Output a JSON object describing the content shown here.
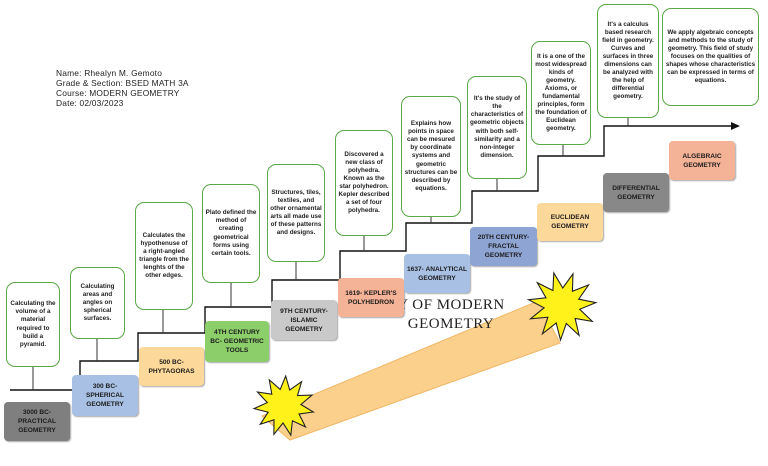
{
  "info": {
    "name": "Name: Rhealyn M. Gemoto",
    "section": "Grade & Section: BSED MATH 3A",
    "course": "Course: MODERN GEOMETRY",
    "date": "Date: 02/03/2023"
  },
  "banner": {
    "line1": "Y OF MODERN",
    "line2": "GEOMETRY"
  },
  "colors": {
    "desc_border": "#5aa845",
    "gray": "#7f7f7f",
    "blue": "#a7c0e4",
    "orange": "#fcd89a",
    "light_gray": "#c9c9c9",
    "salmon": "#f4b296",
    "periwinkle": "#8ea4d3",
    "dark_gray": "#888888",
    "banner_fill": "#fad08c",
    "star_fill": "#fff21a"
  },
  "timeline": [
    {
      "era": "3000 BC- PRACTICAL GEOMETRY",
      "description": "Calculating the volume of a material required to build a pyramid."
    },
    {
      "era": "300 BC- SPHERICAL GEOMETRY",
      "description": "Calculating areas and angles on spherical surfaces."
    },
    {
      "era": "500 BC- PHYTAGORAS",
      "description": "Calculates the hypothenuse of a right-angled triangle from the lenghts of the other edges."
    },
    {
      "era": "4TH CENTURY BC- GEOMETRIC TOOLS",
      "description": "Plato defined the method of creating geometrical forms using certain tools."
    },
    {
      "era": "9TH CENTURY- ISLAMIC GEOMETRY",
      "description": "Structures, tiles, textiles, and other ornamental arts all made use of these patterns and designs."
    },
    {
      "era": "1619- KEPLER'S POLYHEDRON",
      "description": "Discovered a new class of polyhedra. Known as the star polyhedron. Kepler described a set of four polyhedra."
    },
    {
      "era": "1637- ANALYTICAL GEOMETRY",
      "description": "Explains how points in space can be mesured by coordinate systems and geometric structures can be described by equations."
    },
    {
      "era": "20TH CENTURY- FRACTAL GEOMETRY",
      "description": "It's the study of the characteristics of geometric objects with both self-similarity and a non-integer dimension."
    },
    {
      "era": "EUCLIDEAN GEOMETRY",
      "description": "It is a one of the most widespread kinds of geometry. Axioms, or fundamental principles, form the foundation of Euclidean geometry."
    },
    {
      "era": "DIFFERENTIAL GEOMETRY",
      "description": "It's a calculus based research field in geometry. Curves and surfaces in three dimensions can be analyzed with the help of differential geometry."
    },
    {
      "era": "ALGEBRAIC GEOMETRY",
      "description": "We apply algebraic concepts and methods to the study of geometry. This field of study focuses on the qualities of shapes whose characteristics can be expressed in terms of equations."
    }
  ]
}
